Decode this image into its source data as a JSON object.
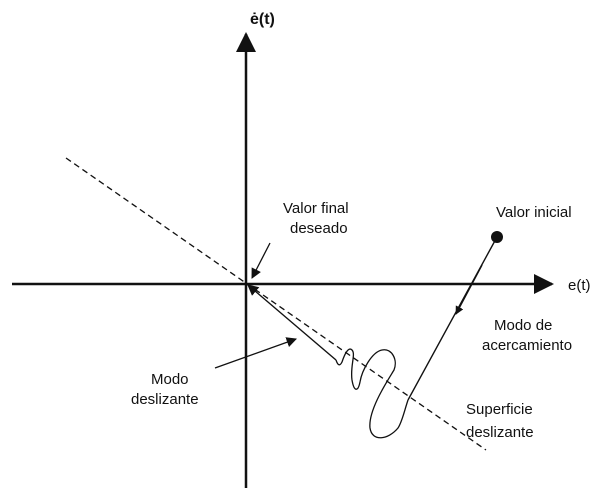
{
  "axes": {
    "y_label": "ė(t)",
    "x_label": "e(t)"
  },
  "labels": {
    "final_line1": "Valor final",
    "final_line2": "deseado",
    "initial": "Valor inicial",
    "approach_line1": "Modo de",
    "approach_line2": "acercamiento",
    "sliding_mode_line1": "Modo",
    "sliding_mode_line2": "deslizante",
    "surface_line1": "Superficie",
    "surface_line2": "deslizante"
  },
  "colors": {
    "ink": "#111111",
    "background": "#ffffff"
  }
}
